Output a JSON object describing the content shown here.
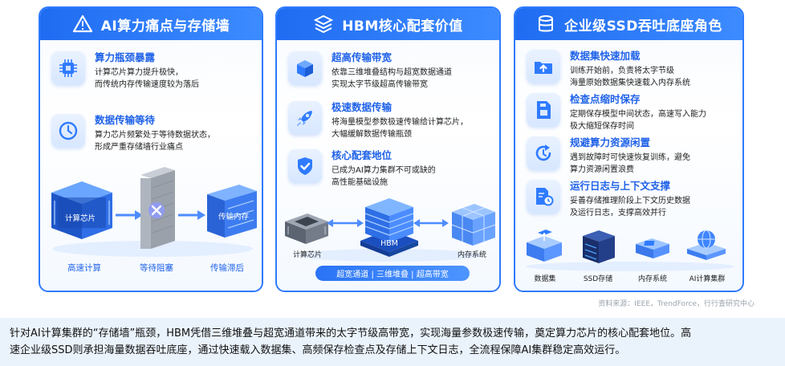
{
  "panels": [
    {
      "title": "AI算力痛点与存储墙",
      "icon": "warning-icon",
      "items": [
        {
          "icon": "chip-icon",
          "title": "算力瓶颈暴露",
          "desc": [
            "计算芯片算力提升极快，",
            "而传统内存传输速度较为落后"
          ]
        },
        {
          "icon": "clock-icon",
          "title": "数据传输等待",
          "desc": [
            "算力芯片频繁处于等待数据状态，",
            "形成严重存储墙行业痛点"
          ]
        }
      ],
      "diagram": {
        "chip_label": "计算芯片",
        "memory_label": "传输内存",
        "labels": [
          "高速计算",
          "等待阻塞",
          "传输滞后"
        ]
      }
    },
    {
      "title": "HBM核心配套价值",
      "icon": "layers-icon",
      "items": [
        {
          "icon": "cube-icon",
          "title": "超高传输带宽",
          "desc": [
            "依靠三维堆叠结构与超宽数据通道",
            "实现太字节级超高传输带宽"
          ]
        },
        {
          "icon": "rocket-icon",
          "title": "极速数据传输",
          "desc": [
            "将海量模型参数极速传输给计算芯片，",
            "大幅缓解数据传输瓶颈"
          ]
        },
        {
          "icon": "shield-check-icon",
          "title": "核心配套地位",
          "desc": [
            "已成为AI算力集群不可或缺的",
            "高性能基础设施"
          ]
        }
      ],
      "diagram": {
        "left_label": "计算芯片",
        "center_label": "HBM",
        "right_label": "内存系统",
        "band": "超宽通道 | 三维堆叠 | 超高带宽"
      }
    },
    {
      "title": "企业级SSD吞吐底座角色",
      "icon": "database-icon",
      "items": [
        {
          "icon": "folder-up-icon",
          "title": "数据集快速加载",
          "desc": [
            "训练开始前，负责将太字节级",
            "海量原始数据集快速载入内存系统"
          ]
        },
        {
          "icon": "file-save-icon",
          "title": "检查点缩时保存",
          "desc": [
            "定期保存模型中间状态，高速写入能力",
            "极大缩短保存时间"
          ]
        },
        {
          "icon": "recover-icon",
          "title": "规避算力资源闲置",
          "desc": [
            "遇到故障时可快速恢复训练，避免",
            "算力资源闲置浪费"
          ]
        },
        {
          "icon": "doc-clock-icon",
          "title": "运行日志与上下文支撑",
          "desc": [
            "妥善存储推理阶段上下文历史数据",
            "及运行日志，支撑高效并行"
          ]
        }
      ],
      "diagram": {
        "labels": [
          "数据集",
          "SSD存储",
          "内存系统",
          "AI计算集群"
        ]
      }
    }
  ],
  "source": "资料来源：IEEE，TrendForce，行行查研究中心",
  "caption": [
    "针对AI计算集群的“存储墙”瓶颈，HBM凭借三维堆叠与超宽通道带来的太字节级高带宽，实现海量参数极速传输，奠定算力芯片的核心配套地位。高",
    "速企业级SSD则承担海量数据吞吐底座，通过快速载入数据集、高频保存检查点及存储上下文日志，全流程保障AI集群稳定高效运行。"
  ],
  "colors": {
    "accent": "#1f62e8",
    "header": "#2f7bff",
    "caption_bg": "#eaf2fb"
  }
}
